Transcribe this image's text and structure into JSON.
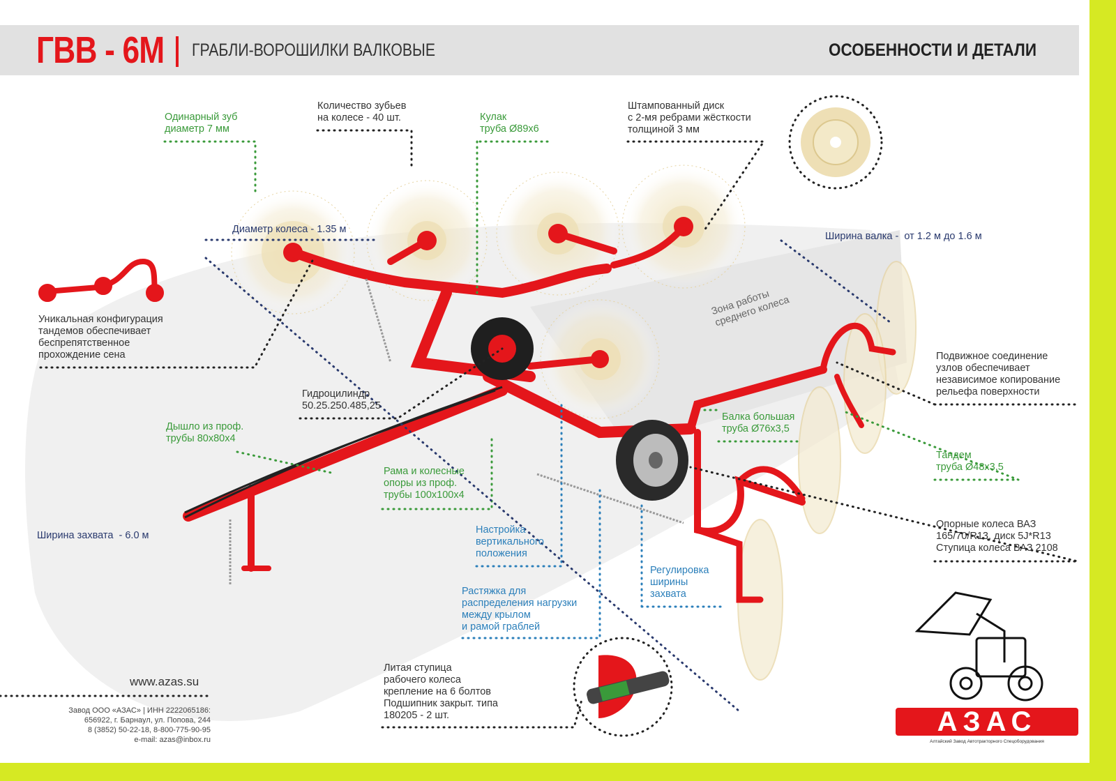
{
  "header": {
    "model": "ГВВ - 6М",
    "subtitle": "ГРАБЛИ-ВОРОШИЛКИ ВАЛКОВЫЕ",
    "section": "ОСОБЕННОСТИ И ДЕТАЛИ"
  },
  "labels": {
    "single_tooth": "Одинарный зуб\nдиаметр 7 мм",
    "teeth_count": "Количество зубьев\nна колесе - 40 шт.",
    "fist": "Кулак\nтруба Ø89х6",
    "stamped_disc": "Штампованный диск\nс 2-мя ребрами жёсткости\nтолщиной 3 мм",
    "wheel_diameter": "Диаметр колеса - 1.35 м",
    "swath_width": "Ширина валка -  от 1.2 м до 1.6 м",
    "tandem_config": "Уникальная конфигурация\nтандемов обеспечивает\nбеспрепятственное\nпрохождение сена",
    "middle_zone": "Зона работы\nсреднего колеса",
    "hydraulic": "Гидроцилиндр\n50.25.250.485,25",
    "drawbar": "Дышло из проф.\nтрубы 80х80х4",
    "frame": "Рама и колесные\nопоры из проф.\nтрубы 100х100х4",
    "big_beam": "Балка большая\nтруба Ø76х3,5",
    "movable_joint": "Подвижное соединение\nузлов обеспечивает\nнезависимое копирование\nрельефа поверхности",
    "tandem": "Тандем\nтруба Ø48х3,5",
    "support_wheels": "Опорные колеса ВАЗ\n165/70/R13, диск 5J*R13\nСтупица колеса ВАЗ 2108",
    "work_width": "Ширина захвата  - 6.0 м",
    "vertical_adjust": "Настройка\nвертикального\nположения",
    "width_adjust": "Регулировка\nширины\nзахвата",
    "brace": "Растяжка для\nраспределения нагрузки\nмежду крылом\nи рамой граблей",
    "cast_hub": "Литая ступица\nрабочего колеса\nкрепление на 6 болтов\nПодшипник закрыт. типа\n180205 - 2 шт."
  },
  "footer": {
    "website": "www.azas.su",
    "company": "Завод ООО «АЗАС» | ИНН 2222065186:\n656922, г. Барнаул, ул. Попова, 244\n8 (3852) 50-22-18, 8-800-775-90-95\ne-mail: azas@inbox.ru",
    "logo_text": "АЗАС",
    "logo_caption": "Алтайский Завод Автотракторного Спецоборудования"
  },
  "colors": {
    "brand_red": "#e4161b",
    "accent_lime": "#d6e923",
    "label_green": "#3a9a3a",
    "label_blue": "#2b7fba",
    "label_navy": "#2a3a6e",
    "header_gray": "#e1e1e1",
    "rake_tan": "#e6d3a0"
  }
}
